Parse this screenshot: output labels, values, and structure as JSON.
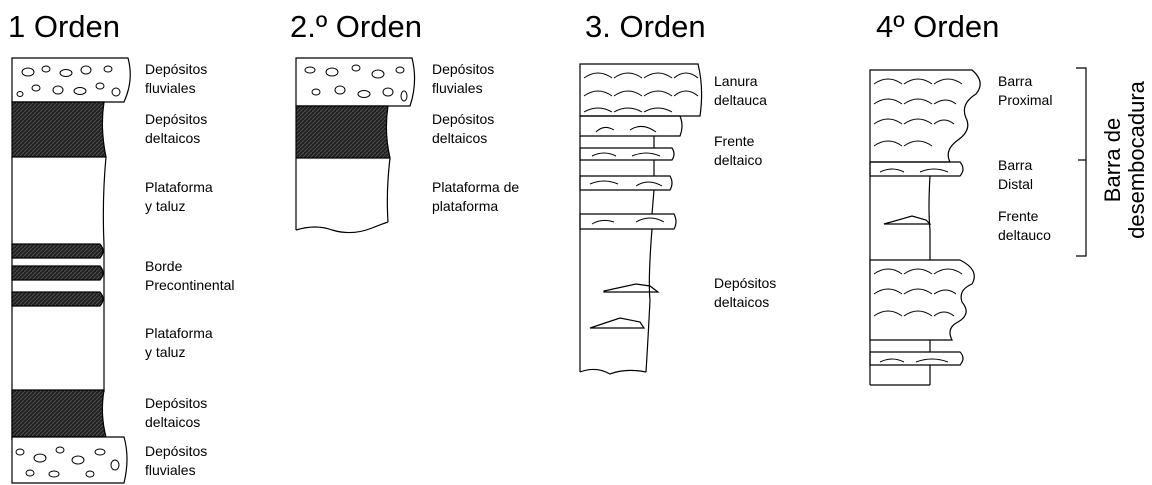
{
  "orders": [
    {
      "title": "1 Orden",
      "labels": [
        [
          "Depósitos",
          "fluviales"
        ],
        [
          "Depósitos",
          "deltaicos"
        ],
        [
          "Plataforma",
          "y taluz"
        ],
        [
          "Borde",
          "Precontinental"
        ],
        [
          "Plataforma",
          "y taluz"
        ],
        [
          "Depósitos",
          "deltaicos"
        ],
        [
          "Depósitos",
          "fluviales"
        ]
      ]
    },
    {
      "title": "2.º Orden",
      "labels": [
        [
          "Depósitos",
          "fluviales"
        ],
        [
          "Depósitos",
          "deltaicos"
        ],
        [
          "Plataforma de",
          "plataforma"
        ]
      ]
    },
    {
      "title": "3. Orden",
      "labels": [
        [
          "Lanura",
          "deltauca"
        ],
        [
          "Frente",
          "deltaico"
        ],
        [
          "Depósitos",
          "deltaicos"
        ]
      ]
    },
    {
      "title": "4º Orden",
      "labels": [
        [
          "Barra",
          "Proximal"
        ],
        [
          "Barra",
          "Distal"
        ],
        [
          "Frente",
          "deltauco"
        ]
      ],
      "bracket_label": [
        "Barra de",
        "desembocadura"
      ]
    }
  ]
}
